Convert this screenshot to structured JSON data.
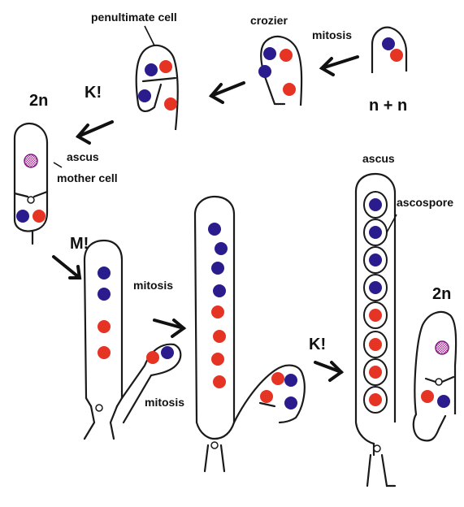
{
  "colors": {
    "nucleus_blue": "#2a1c8c",
    "nucleus_red": "#e53324",
    "diploid_nucleus": "#9b2da0",
    "outline": "#1a1a1a"
  },
  "labels": {
    "penultimate_cell": "penultimate cell",
    "crozier": "crozier",
    "mitosis_top": "mitosis",
    "n_plus_n": "n + n",
    "two_n_left": "2n",
    "karyogamy_top": "K!",
    "ascus_mother_cell_line1": "ascus",
    "ascus_mother_cell_line2": "mother cell",
    "meiosis": "M!",
    "mitosis_mid": "mitosis",
    "mitosis_low": "mitosis",
    "karyogamy_bottom": "K!",
    "ascus": "ascus",
    "ascospore": "ascospore",
    "two_n_right": "2n"
  },
  "icons": {
    "arrow": "arrow-icon",
    "nucleus": "nucleus-icon"
  }
}
